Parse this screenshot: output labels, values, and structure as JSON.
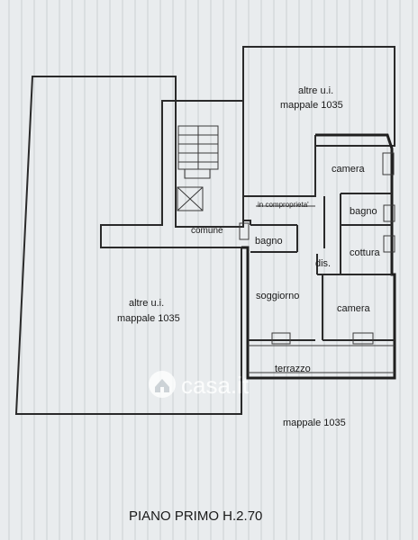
{
  "plan": {
    "title": "PIANO PRIMO H.2.70",
    "watermark": "casa.it",
    "labels": {
      "altre_top_1": "altre u.i.",
      "altre_top_2": "mappale 1035",
      "altre_left_1": "altre u.i.",
      "altre_left_2": "mappale 1035",
      "camera_top": "camera",
      "in_comproprieta": "in comproprieta'",
      "bagno_right": "bagno",
      "comune": "comune",
      "bagno_left": "bagno",
      "cottura": "cottura",
      "dis": "dis.",
      "soggiorno": "soggiorno",
      "camera_bottom": "camera",
      "terrazzo": "terrazzo",
      "mappale_bottom": "mappale 1035"
    }
  },
  "colors": {
    "paper": "#e9ecee",
    "ink": "#2a2a2a",
    "watermark": "#ffffff"
  }
}
